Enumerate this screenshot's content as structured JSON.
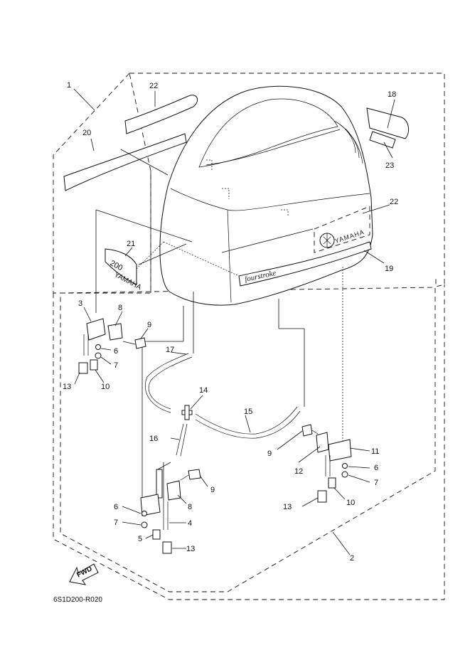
{
  "drawing_code": "6S1D200-R020",
  "fwd_label": "FWD",
  "decal_texts": {
    "brand": "YAMAHA",
    "model": "200",
    "series": "fourstroke",
    "small_brand": "YAMAHA"
  },
  "callouts": {
    "c1": "1",
    "c2": "2",
    "c3": "3",
    "c4": "4",
    "c5": "5",
    "c6a": "6",
    "c6b": "6",
    "c6c": "6",
    "c7a": "7",
    "c7b": "7",
    "c7c": "7",
    "c8a": "8",
    "c8b": "8",
    "c9a": "9",
    "c9b": "9",
    "c9c": "9",
    "c10a": "10",
    "c10b": "10",
    "c11": "11",
    "c12": "12",
    "c13a": "13",
    "c13b": "13",
    "c13c": "13",
    "c14": "14",
    "c15": "15",
    "c16": "16",
    "c17": "17",
    "c18": "18",
    "c19": "19",
    "c20": "20",
    "c21": "21",
    "c22a": "22",
    "c22b": "22",
    "c23": "23"
  }
}
